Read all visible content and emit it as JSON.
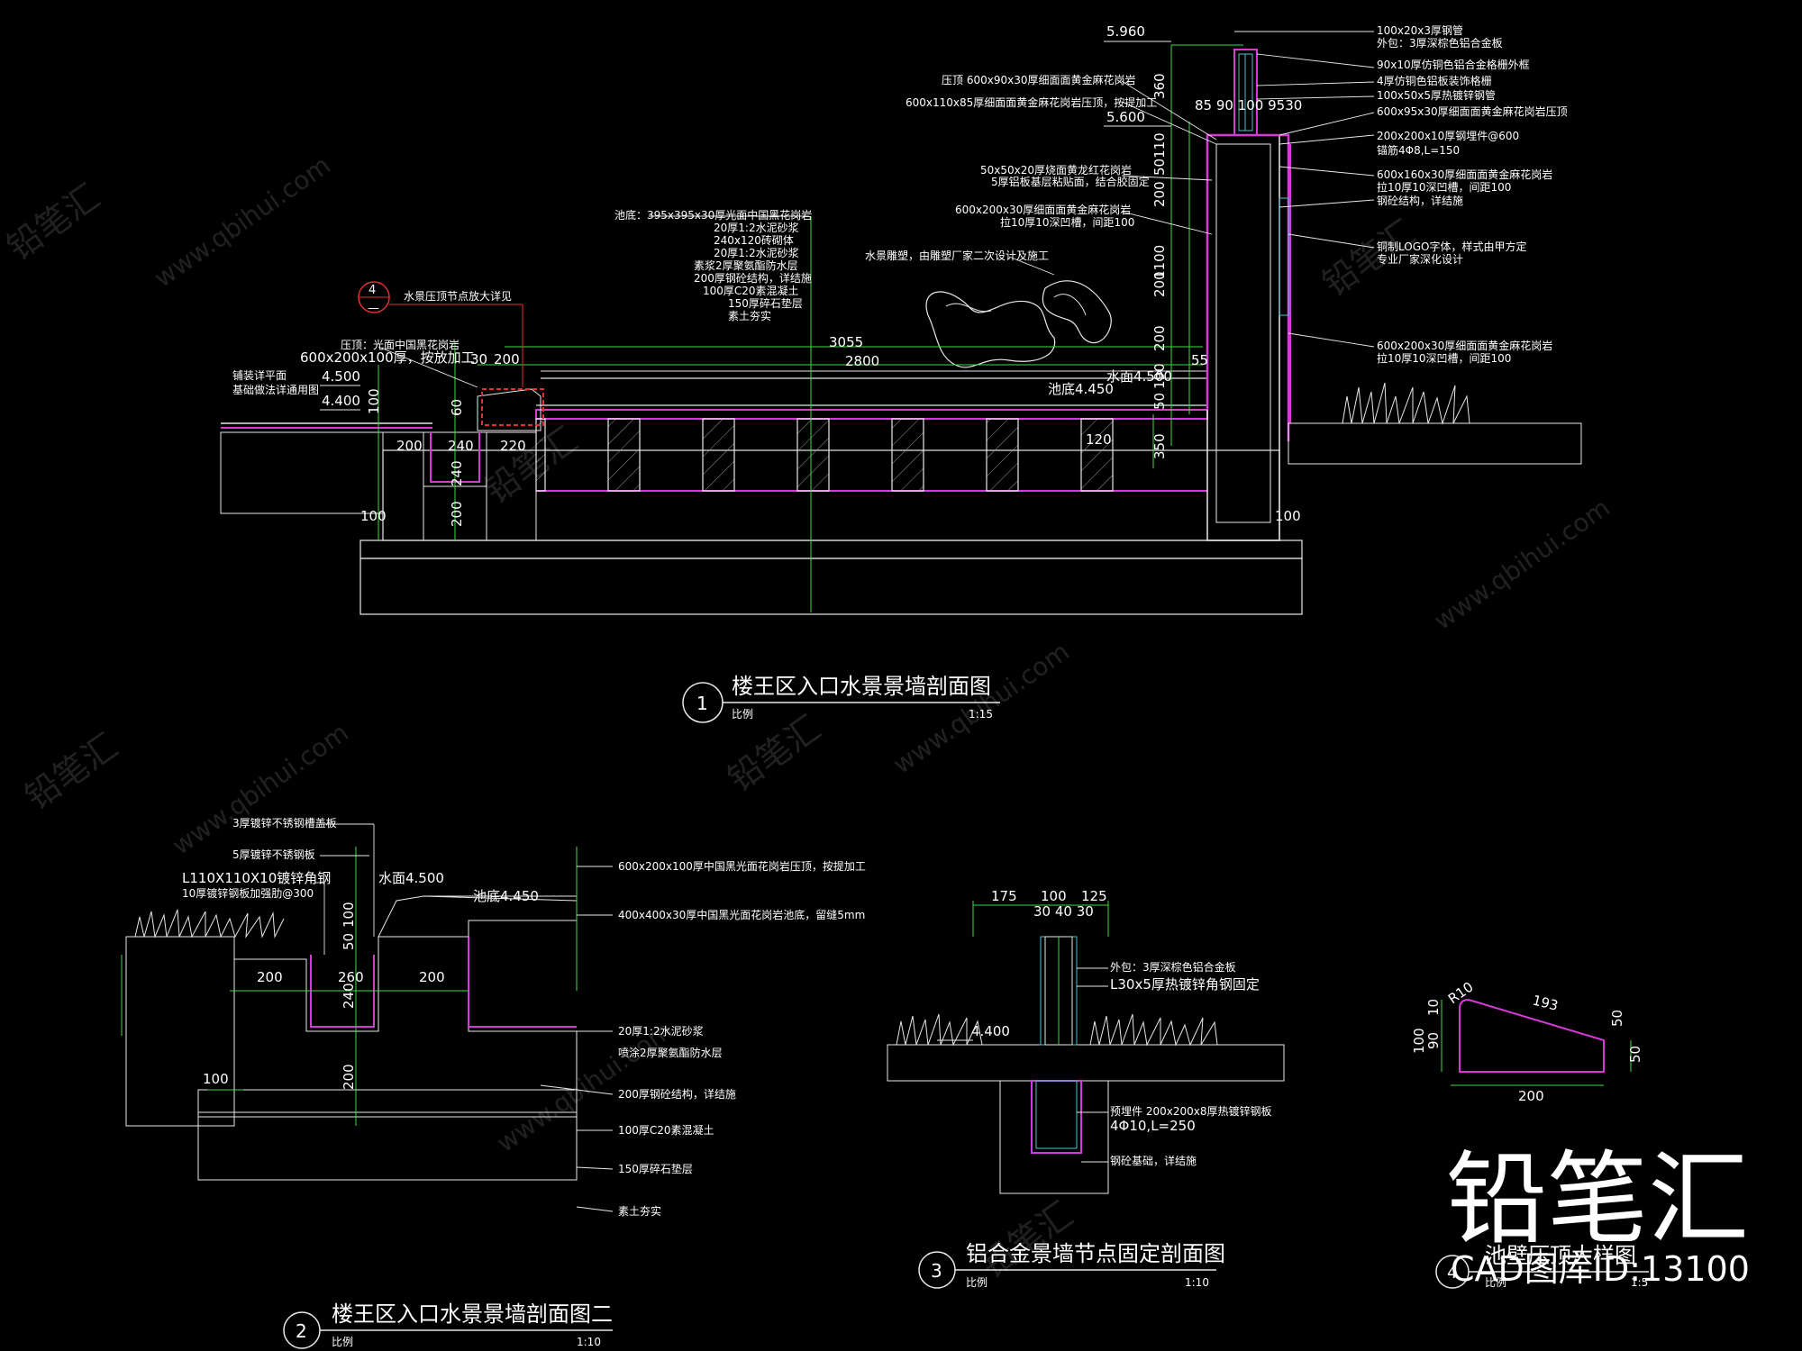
{
  "section1": {
    "num": "1",
    "title": "楼王区入口水景景墙剖面图",
    "scale_label": "比例",
    "scale": "1:15",
    "top_elev": "5.960",
    "elev_5600": "5.600",
    "elev_left_a": "4.500",
    "elev_left_b": "4.400",
    "water_level": "水面4.500",
    "pool_bottom": "池底4.450",
    "detail_bubble_top": "4",
    "detail_bubble_bottom": "—",
    "detail_note": "水景压顶节点放大详见",
    "coping_a": "压顶：光面中国黑花岗岩",
    "coping_b": "600x200x100厚，按放加工",
    "left_note_a": "铺装详平面",
    "left_note_b": "基础做法详通用图",
    "pool_notes": [
      "池底：395x395x30厚光面中国黑花岗岩",
      "20厚1:2水泥砂浆",
      "240x120砖砌体",
      "20厚1:2水泥砂浆",
      "素浆2厚聚氨酯防水层",
      "200厚钢砼结构，详结施",
      "100厚C20素混凝土",
      "150厚碎石垫层",
      "素土夯实"
    ],
    "sculpture_note": "水景雕塑，由雕塑厂家二次设计及施工",
    "wall_left_notes": [
      "压顶 600x90x30厚细面面黄金麻花岗岩",
      "600x110x85厚细面面黄金麻花岗岩压顶，按提加工",
      "50x50x20厚烧面黄龙红花岗岩",
      "5厚铝板基层粘贴面，结合胶固定",
      "600x200x30厚细面面黄金麻花岗岩",
      "拉10厚10深凹槽，间距100"
    ],
    "wall_right_notes": [
      "100x20x3厚钢管",
      "外包：3厚深棕色铝合金板",
      "90x10厚仿铜色铝合金格栅外框",
      "4厚仿铜色铝板装饰格栅",
      "100x50x5厚热镀锌钢管",
      "600x95x30厚细面面黄金麻花岗岩压顶",
      "200x200x10厚钢埋件@600",
      "锚筋4Φ8,L=150",
      "600x160x30厚细面面黄金麻花岗岩",
      "拉10厚10深凹槽，间距100",
      "钢砼结构，详结施",
      "铜制LOGO字体，样式由甲方定",
      "专业厂家深化设计",
      "600x200x30厚细面面黄金麻花岗岩",
      "拉10厚10深凹槽，间距100"
    ],
    "dims": {
      "d3055": "3055",
      "d2800": "2800",
      "d30": "30",
      "d200": "200",
      "d200b": "200",
      "d240": "240",
      "d220": "220",
      "d120": "120",
      "d100": "100",
      "d100b": "100",
      "d100c": "100",
      "d350": "350",
      "d55": "55",
      "d190": "190",
      "d50": "50",
      "d200c": "200",
      "d200d": "200",
      "d200e": "200",
      "d1100": "1100",
      "d360": "360",
      "d50110": "50110",
      "d240v": "240",
      "d200v": "200",
      "d60": "60",
      "top_row": "85 90 100 9530"
    }
  },
  "section2": {
    "num": "2",
    "title": "楼王区入口水景景墙剖面图二",
    "scale_label": "比例",
    "scale": "1:10",
    "water_level": "水面4.500",
    "pool_bottom": "池底4.450",
    "left_notes": [
      "3厚镀锌不锈钢槽盖板",
      "5厚镀锌不锈钢板",
      "L110X110X10镀锌角钢",
      "10厚镀锌钢板加强肋@300"
    ],
    "right_notes": [
      "600x200x100厚中国黑光面花岗岩压顶，按提加工",
      "400x400x30厚中国黑光面花岗岩池底，留缝5mm",
      "20厚1:2水泥砂浆",
      "喷涂2厚聚氨酯防水层",
      "200厚钢砼结构，详结施",
      "100厚C20素混凝土",
      "150厚碎石垫层",
      "素土夯实"
    ],
    "dims": {
      "d200a": "200",
      "d260": "260",
      "d200b": "200",
      "d240": "240",
      "d200v": "200",
      "d100": "100",
      "d100v": "100",
      "d50": "50"
    }
  },
  "section3": {
    "num": "3",
    "title": "铝合金景墙节点固定剖面图",
    "scale_label": "比例",
    "scale": "1:10",
    "elev": "4.400",
    "dims": {
      "d175": "175",
      "d100": "100",
      "d125": "125",
      "small": "30 40 30"
    },
    "notes": [
      "外包：3厚深棕色铝合金板",
      "L30x5厚热镀锌角钢固定",
      "预埋件 200x200x8厚热镀锌钢板",
      "4Φ10,L=250",
      "钢砼基础，详结施"
    ]
  },
  "section4": {
    "num": "4",
    "title": "池壁压顶大样图",
    "scale_label": "比例",
    "scale": "1:5",
    "dims": {
      "r10": "R10",
      "d193": "193",
      "d100": "100",
      "d10": "10",
      "d90": "90",
      "d50a": "50",
      "d50b": "50",
      "d200": "200"
    }
  },
  "watermark": {
    "brand": "铅笔汇",
    "id_text": "CAD图库ID:13100",
    "url": "www.qbihui.com"
  }
}
